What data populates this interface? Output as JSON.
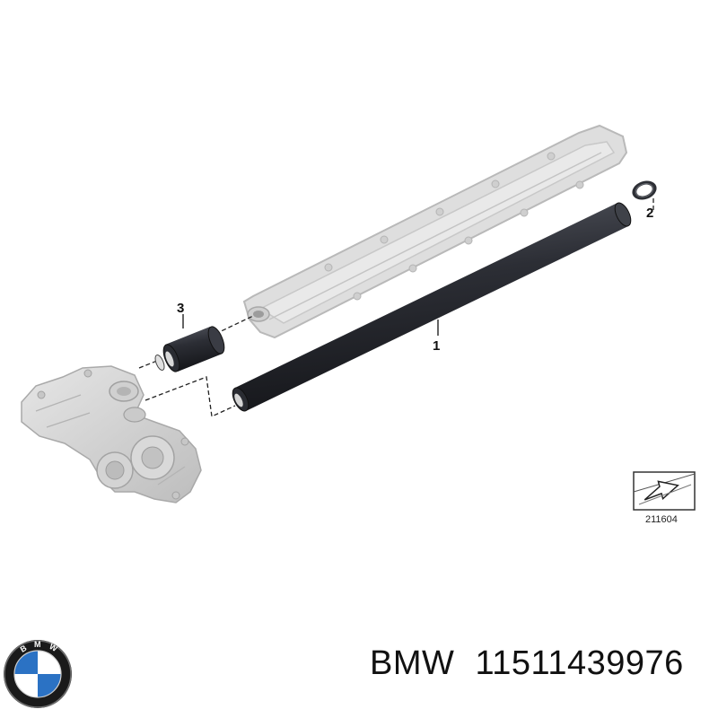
{
  "callouts": {
    "hose": "1",
    "ring": "2",
    "sleeve": "3"
  },
  "reference_number": "211604",
  "caption": {
    "brand": "BMW",
    "part_number": "11511439976"
  },
  "logo": {
    "lettering": "BMW",
    "colors": {
      "blue": "#2b72c4",
      "white": "#ffffff",
      "ring": "#1a1a1a"
    }
  }
}
